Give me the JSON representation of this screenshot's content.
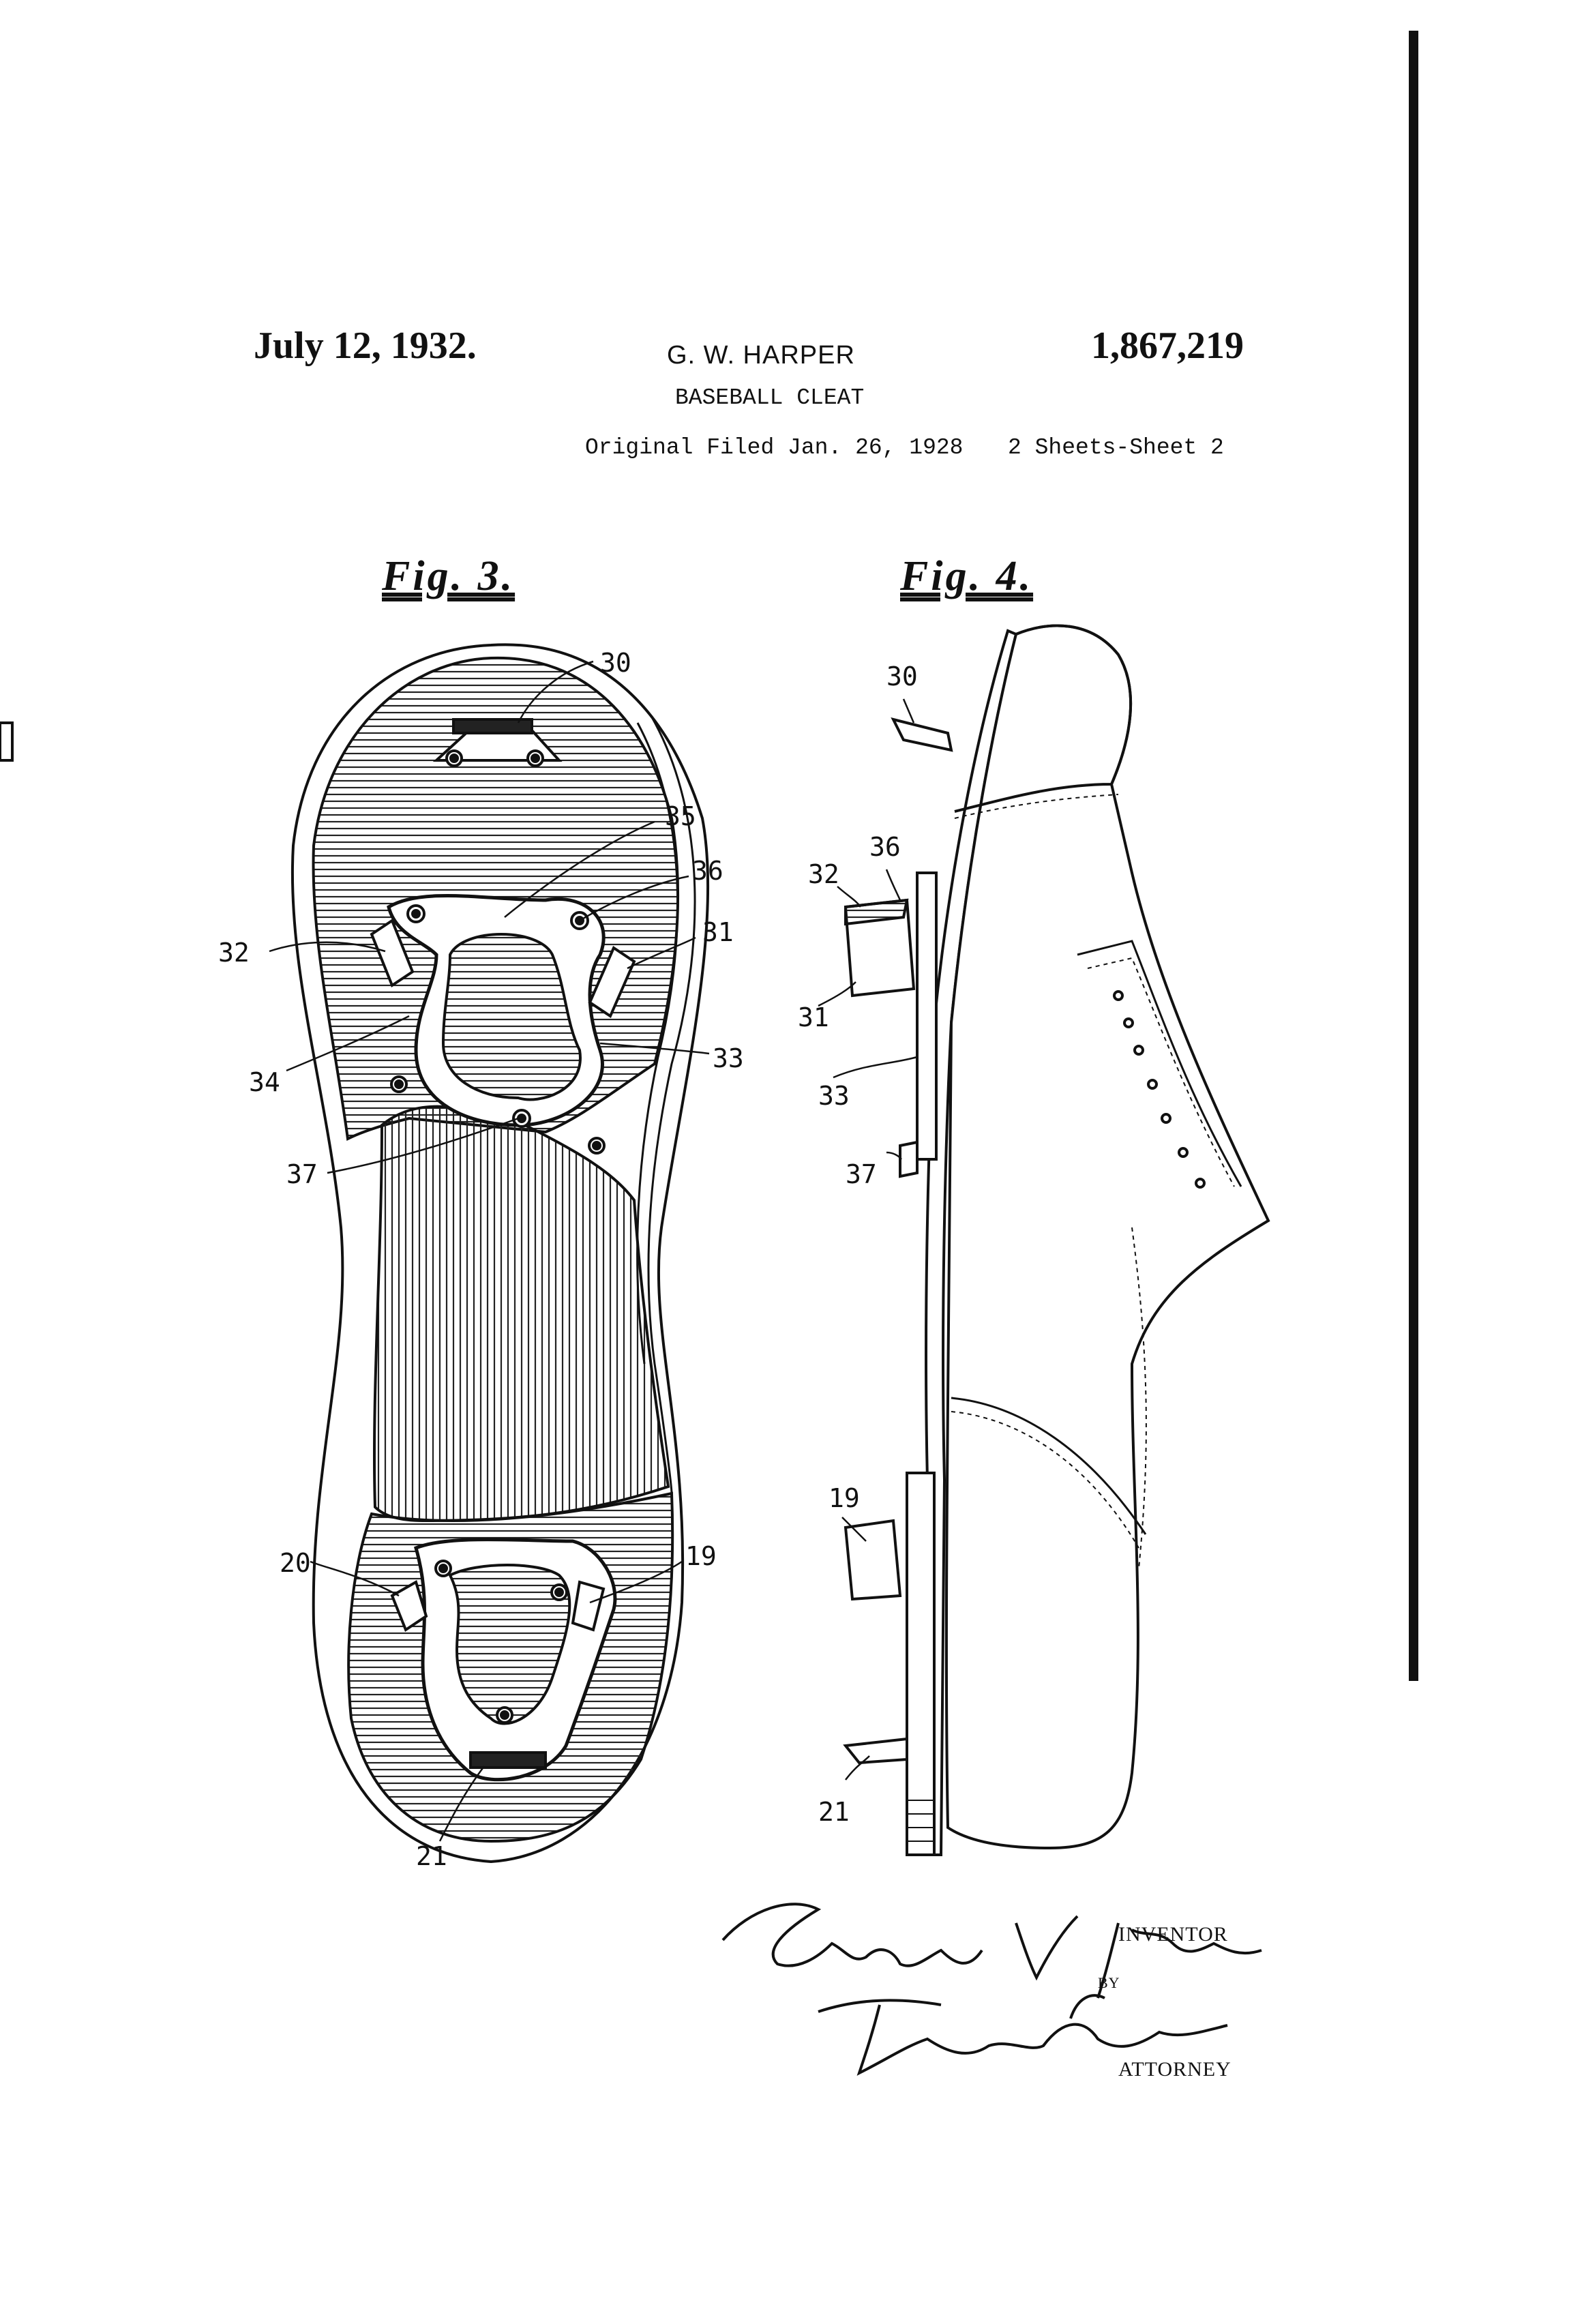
{
  "header": {
    "date": "July 12, 1932.",
    "inventor_name": "G. W. HARPER",
    "patent_number": "1,867,219",
    "title": "BASEBALL CLEAT",
    "filed": "Original Filed Jan. 26, 1928",
    "sheet": "2 Sheets-Sheet 2"
  },
  "figures": {
    "fig3_label": "Fig. 3.",
    "fig4_label": "Fig. 4.",
    "fig3_refs": [
      "30",
      "35",
      "36",
      "32",
      "31",
      "33",
      "34",
      "37",
      "20",
      "19",
      "21"
    ],
    "fig4_refs": [
      "30",
      "36",
      "32",
      "31",
      "33",
      "37",
      "19",
      "21"
    ]
  },
  "signature": {
    "inventor_signature": "George W. Harper",
    "attorney_signature": "Frank G. Hent",
    "inventor_label": "INVENTOR",
    "by_label": "BY",
    "attorney_label": "ATTORNEY"
  }
}
